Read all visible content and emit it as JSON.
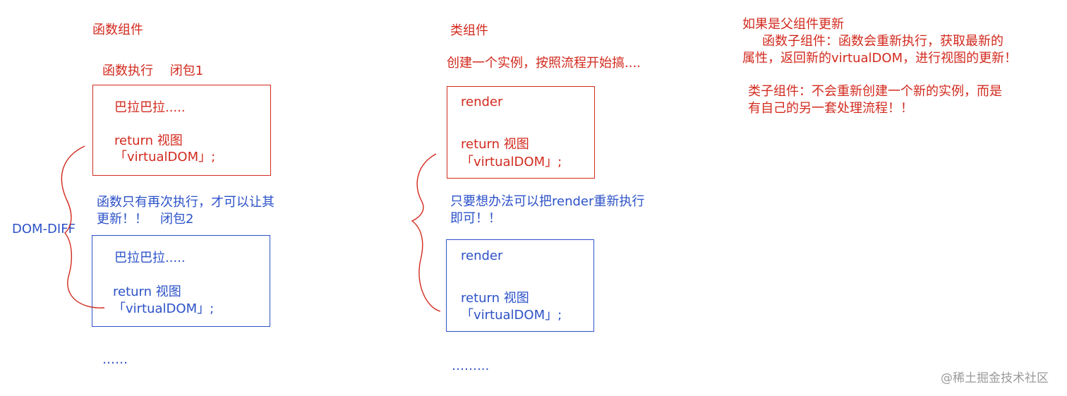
{
  "functional": {
    "title": "函数组件",
    "exec_label": "函数执行　 闭包1",
    "box1": {
      "line1": "巴拉巴拉.....",
      "line2": "return 视图",
      "line3": "「virtualDOM」;"
    },
    "note_line1": "函数只有再次执行，才可以让其",
    "note_line2": "更新！！　闭包2",
    "box2": {
      "line1": "巴拉巴拉.....",
      "line2": "return 视图",
      "line3": "「virtualDOM」;"
    },
    "ellipsis": "……",
    "brace_label": "DOM-DIFF"
  },
  "class_comp": {
    "title": "类组件",
    "subtitle": "创建一个实例，按照流程开始搞....",
    "box1": {
      "line1": "render",
      "line2": "return 视图",
      "line3": "「virtualDOM」;"
    },
    "note_line1": "只要想办法可以把render重新执行",
    "note_line2": "即可！！",
    "box2": {
      "line1": "render",
      "line2": "return 视图",
      "line3": "「virtualDOM」;"
    },
    "ellipsis": "……..."
  },
  "parent_update": {
    "title": "如果是父组件更新",
    "func_line1": "函数子组件：函数会重新执行，获取最新的",
    "func_line2": "属性，返回新的virtualDOM，进行视图的更新！",
    "class_line1": "类子组件：不会重新创建一个新的实例，而是",
    "class_line2": "有自己的另一套处理流程！！"
  },
  "watermark": "@稀土掘金技术社区",
  "colors": {
    "red": "#d22a1e",
    "blue": "#2c52c8"
  }
}
